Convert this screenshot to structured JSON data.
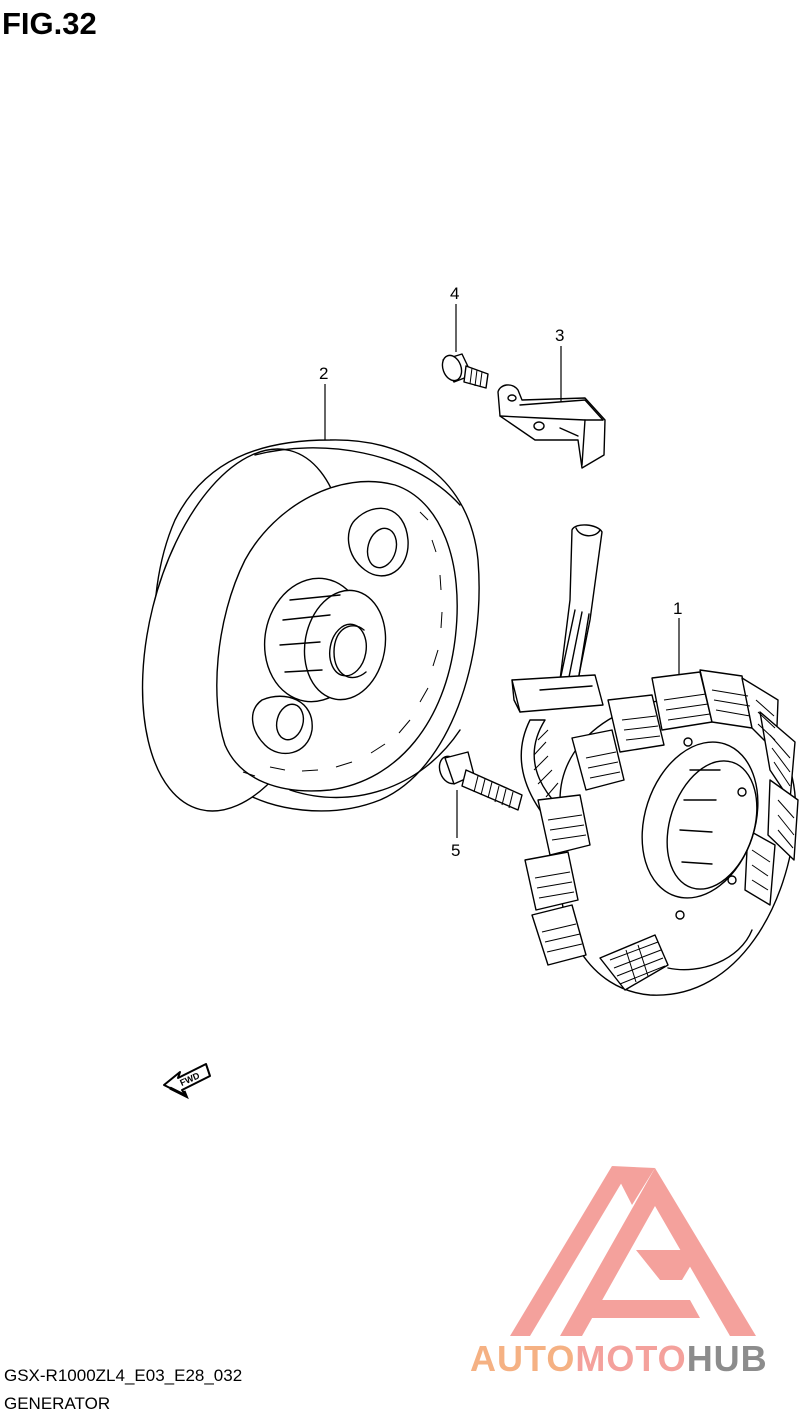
{
  "header": {
    "fig_label": "FIG.32"
  },
  "callouts": [
    {
      "id": "1",
      "label": "1"
    },
    {
      "id": "2",
      "label": "2"
    },
    {
      "id": "3",
      "label": "3"
    },
    {
      "id": "4",
      "label": "4"
    },
    {
      "id": "5",
      "label": "5"
    }
  ],
  "fwd_arrow": {
    "label": "FWD"
  },
  "footer": {
    "model_code": "GSX-R1000ZL4_E03_E28_032",
    "section_name": "GENERATOR"
  },
  "watermark": {
    "part1": "AUTO",
    "part2": "MOTO",
    "part3": "HUB",
    "colors": {
      "auto": "#f5b183",
      "moto": "#f4a19c",
      "hub": "#8c8c8c",
      "logo": "#f4a19c"
    }
  }
}
